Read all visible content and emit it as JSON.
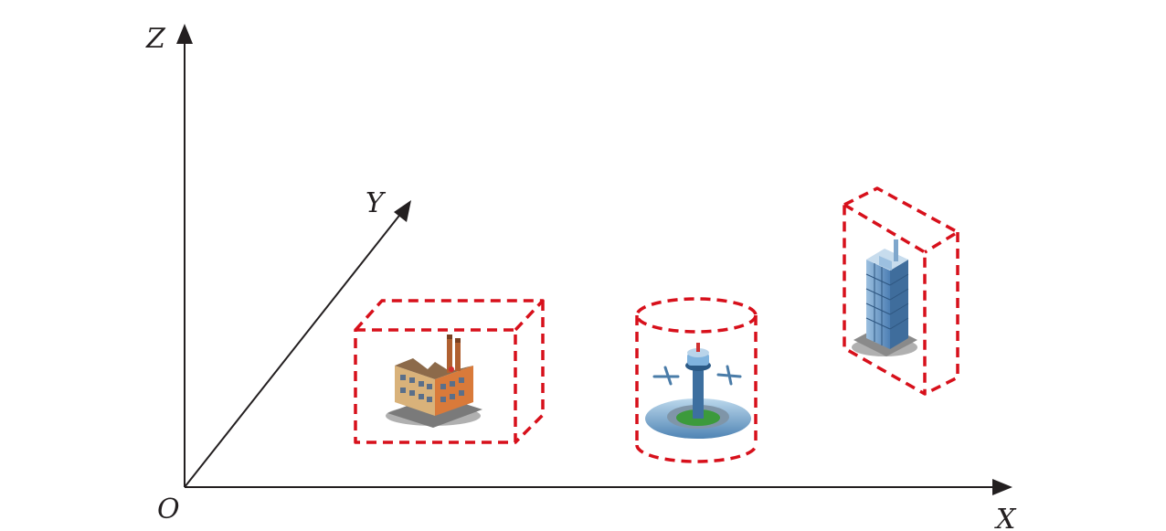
{
  "axes": {
    "z_label": "Z",
    "y_label": "Y",
    "x_label": "X",
    "origin_label": "O"
  },
  "objects": [
    {
      "icon": "factory-icon",
      "bounding_shape": "cuboid"
    },
    {
      "icon": "airport-tower-icon",
      "bounding_shape": "cylinder"
    },
    {
      "icon": "skyscraper-icon",
      "bounding_shape": "cuboid"
    }
  ],
  "colors": {
    "axis": "#231f20",
    "bounding_box": "#d7101b"
  }
}
